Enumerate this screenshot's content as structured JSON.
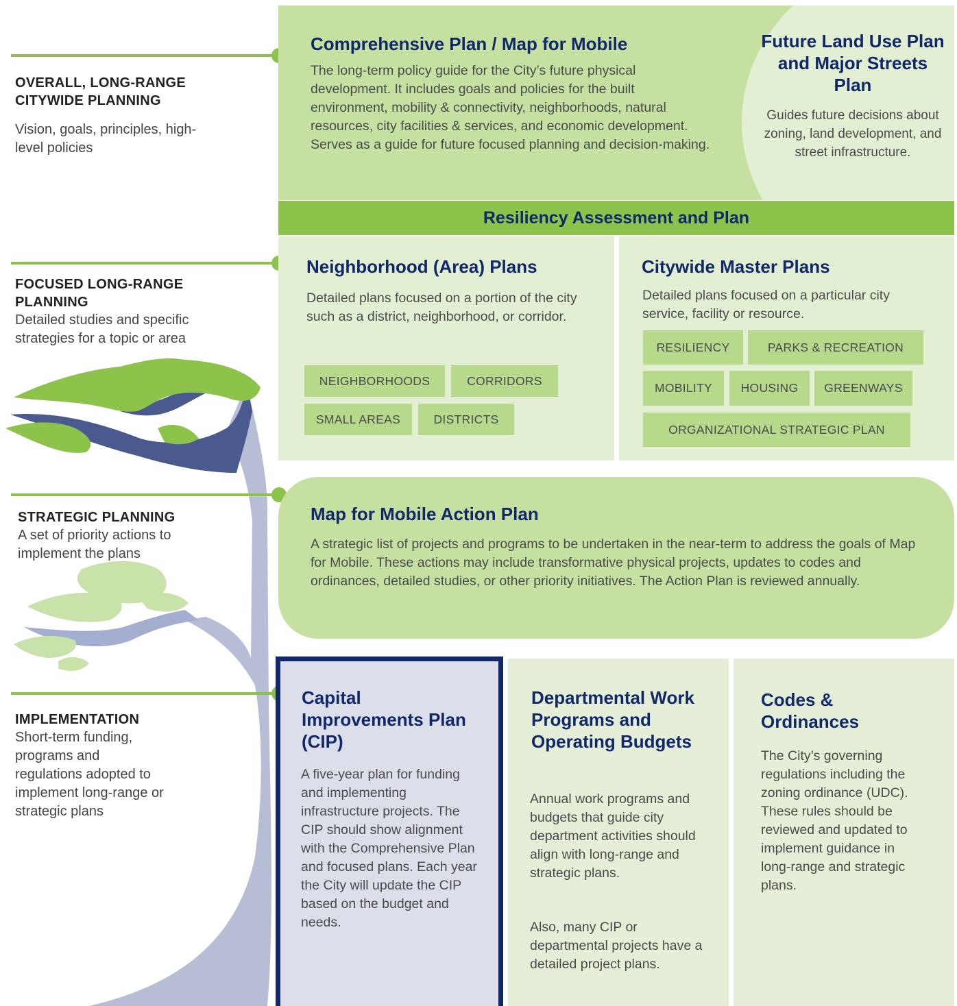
{
  "colors": {
    "green_accent": "#8dc34a",
    "panel_green": "#c5e0a1",
    "panel_light": "#e3efd3",
    "panel_lighter": "#e5efd7",
    "tag_green": "#b7d98b",
    "navy": "#10286a",
    "cip_panel": "#dcdfea"
  },
  "levels": [
    {
      "title": "OVERALL, LONG-RANGE CITYWIDE PLANNING",
      "desc": "Vision, goals, principles, high-level policies"
    },
    {
      "title": "FOCUSED LONG-RANGE PLANNING",
      "desc": "Detailed studies and specific strategies for a topic or area"
    },
    {
      "title": "STRATEGIC PLANNING",
      "desc": "A set of priority actions to implement the plans"
    },
    {
      "title": "IMPLEMENTATION",
      "desc": "Short-term funding, programs and regulations adopted to implement long-range or strategic plans"
    }
  ],
  "comprehensive": {
    "title": "Comprehensive Plan / Map for Mobile",
    "body": "The long-term policy guide for the City’s future physical development. It includes goals and policies for the built environment, mobility & connectivity, neighborhoods, natural resources, city facilities & services,  and economic development. Serves as a guide for future focused planning and decision-making."
  },
  "future_land_use": {
    "title": "Future Land Use Plan and Major Streets Plan",
    "body": "Guides future decisions about zoning, land development, and street infrastructure."
  },
  "resiliency_bar": "Resiliency Assessment and Plan",
  "neighborhood": {
    "title": "Neighborhood (Area) Plans",
    "body": "Detailed plans focused on a portion of the city such as a district, neighborhood, or corridor.",
    "tags": [
      "NEIGHBORHOODS",
      "CORRIDORS",
      "SMALL AREAS",
      "DISTRICTS"
    ]
  },
  "citywide": {
    "title": "Citywide Master Plans",
    "body": "Detailed plans focused on a particular city service, facility or resource.",
    "tags": [
      "RESILIENCY",
      "PARKS & RECREATION",
      "MOBILITY",
      "HOUSING",
      "GREENWAYS",
      "ORGANIZATIONAL STRATEGIC PLAN"
    ]
  },
  "action_plan": {
    "title": "Map for Mobile Action Plan",
    "body": "A strategic list of projects and programs to be undertaken in the near-term to address the goals of Map for Mobile. These actions may include transformative physical projects, updates to codes and ordinances, detailed studies, or other priority initiatives. The Action Plan is reviewed annually."
  },
  "cip": {
    "title": "Capital Improvements Plan (CIP)",
    "body": "A five-year plan for funding and implementing infrastructure projects. The CIP should show alignment with the Comprehensive Plan and focused plans. Each year the City will update the CIP based on the budget and needs."
  },
  "departmental": {
    "title": "Departmental Work Programs and Operating Budgets",
    "body1": "Annual work programs and budgets that guide city department activities should align with long-range and strategic plans.",
    "body2": "Also, many CIP or departmental projects have a detailed project plans."
  },
  "codes": {
    "title": "Codes & Ordinances",
    "body": "The City’s governing regulations including the zoning ordinance (UDC). These rules should be reviewed and updated to implement guidance in long-range and strategic plans."
  }
}
